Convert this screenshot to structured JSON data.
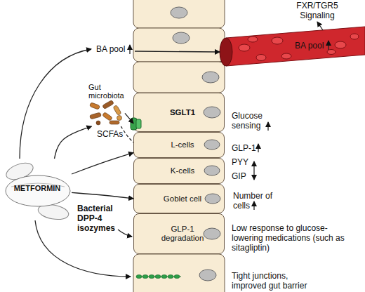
{
  "diagram": {
    "nodes": [
      {
        "text": [
          "METFORMIN"
        ]
      },
      {
        "text": [
          "BA pool"
        ]
      },
      {
        "text": [
          "Gut microbiota"
        ]
      },
      {
        "text": [
          "SGLT1"
        ]
      },
      {
        "text": [
          "L-cells"
        ]
      },
      {
        "text": [
          "K-cells"
        ]
      },
      {
        "text": [
          "Goblet cell"
        ]
      },
      {
        "text": [
          "GLP-1 degradation"
        ]
      }
    ],
    "edges": [
      {
        "from": 0,
        "to": 2,
        "arrow": "to"
      },
      {
        "from": 2,
        "to": 3,
        "arrow": "to"
      },
      {
        "from": 2,
        "to": 4,
        "label": "SCFAs",
        "arrow": "none"
      },
      {
        "from": 0,
        "to": 4,
        "arrow": "to"
      },
      {
        "from": 0,
        "to": 6,
        "arrow": "to"
      }
    ],
    "labels": [
      "FXR/TGR5 Signaling",
      "BA pool",
      "Bacterial DPP-4 isozymes",
      "Glucose sensing",
      "GLP-1",
      "PYY",
      "GIP",
      "Number of cells",
      "Low response to glucose-lowering medications (such as sitagliptin)",
      "Tight junctions, improved gut barrier"
    ]
  }
}
